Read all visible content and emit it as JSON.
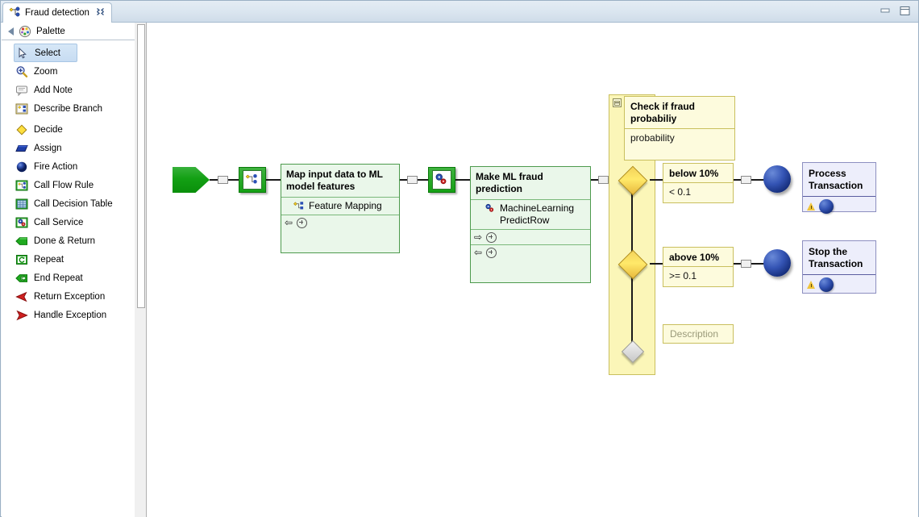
{
  "window": {
    "tab_title": "Fraud detection",
    "tab_close_glyph": "✄",
    "minimize_label": "Minimize",
    "maximize_label": "Maximize"
  },
  "palette": {
    "header": "Palette",
    "collapse_icon": "collapse-left-arrow-icon",
    "items": [
      {
        "label": "Select",
        "icon": "cursor-arrow-icon",
        "selected": true,
        "gap": false
      },
      {
        "label": "Zoom",
        "icon": "magnifier-plus-icon",
        "selected": false,
        "gap": false
      },
      {
        "label": "Add Note",
        "icon": "note-balloon-icon",
        "selected": false,
        "gap": false
      },
      {
        "label": "Describe Branch",
        "icon": "describe-branch-icon",
        "selected": false,
        "gap": false
      },
      {
        "label": "Decide",
        "icon": "yellow-diamond-icon",
        "selected": false,
        "gap": true
      },
      {
        "label": "Assign",
        "icon": "blue-parallelogram-icon",
        "selected": false,
        "gap": false
      },
      {
        "label": "Fire Action",
        "icon": "blue-sphere-icon",
        "selected": false,
        "gap": false
      },
      {
        "label": "Call Flow Rule",
        "icon": "flow-rule-icon",
        "selected": false,
        "gap": false
      },
      {
        "label": "Call Decision Table",
        "icon": "decision-table-icon",
        "selected": false,
        "gap": false
      },
      {
        "label": "Call Service",
        "icon": "call-service-icon",
        "selected": false,
        "gap": false
      },
      {
        "label": "Done & Return",
        "icon": "green-left-arrow-icon",
        "selected": false,
        "gap": false
      },
      {
        "label": "Repeat",
        "icon": "repeat-loop-icon",
        "selected": false,
        "gap": false
      },
      {
        "label": "End Repeat",
        "icon": "end-repeat-icon",
        "selected": false,
        "gap": false
      },
      {
        "label": "Return Exception",
        "icon": "red-left-arrow-icon",
        "selected": false,
        "gap": false
      },
      {
        "label": "Handle Exception",
        "icon": "red-right-arrow-icon",
        "selected": false,
        "gap": false
      }
    ]
  },
  "diagram": {
    "start_node": {
      "name": "start-node"
    },
    "map_step": {
      "icon": "flow-rule-icon",
      "title": "Map input data to ML model features",
      "rule_icon": "feature-mapping-icon",
      "rule_label": "Feature Mapping",
      "out_glyph": "⇦",
      "plus_glyph": "+"
    },
    "predict_step": {
      "icon": "call-service-icon",
      "title": "Make ML fraud prediction",
      "rule_icon": "machine-learning-icon",
      "rule_label": "MachineLearning PredictRow",
      "in_glyph": "⇨",
      "out_glyph": "⇦",
      "plus_glyph": "+"
    },
    "decision_container": {
      "collapse_icon": "collapse-minus-icon",
      "title": "Check if fraud probabiliy",
      "variable": "probability",
      "branches": [
        {
          "label": "below 10%",
          "condition": "< 0.1"
        },
        {
          "label": "above 10%",
          "condition": ">= 0.1"
        }
      ],
      "otherwise_label": "Description"
    },
    "actions": [
      {
        "title": "Process Transaction",
        "warn_icon": "warning-icon",
        "action_icon": "blue-sphere-icon"
      },
      {
        "title": "Stop the Transaction",
        "warn_icon": "warning-icon",
        "action_icon": "blue-sphere-icon"
      }
    ]
  },
  "colors": {
    "green_fill": "#eaf7ea",
    "green_border": "#4d9a4d",
    "yellow_container": "#fbf6b8",
    "yellow_box": "#fdfbdd",
    "yellow_border": "#c9bf5e",
    "action_fill": "#edeefb",
    "action_border": "#8d8fc0",
    "selection_blue": "#c7dcf2"
  }
}
